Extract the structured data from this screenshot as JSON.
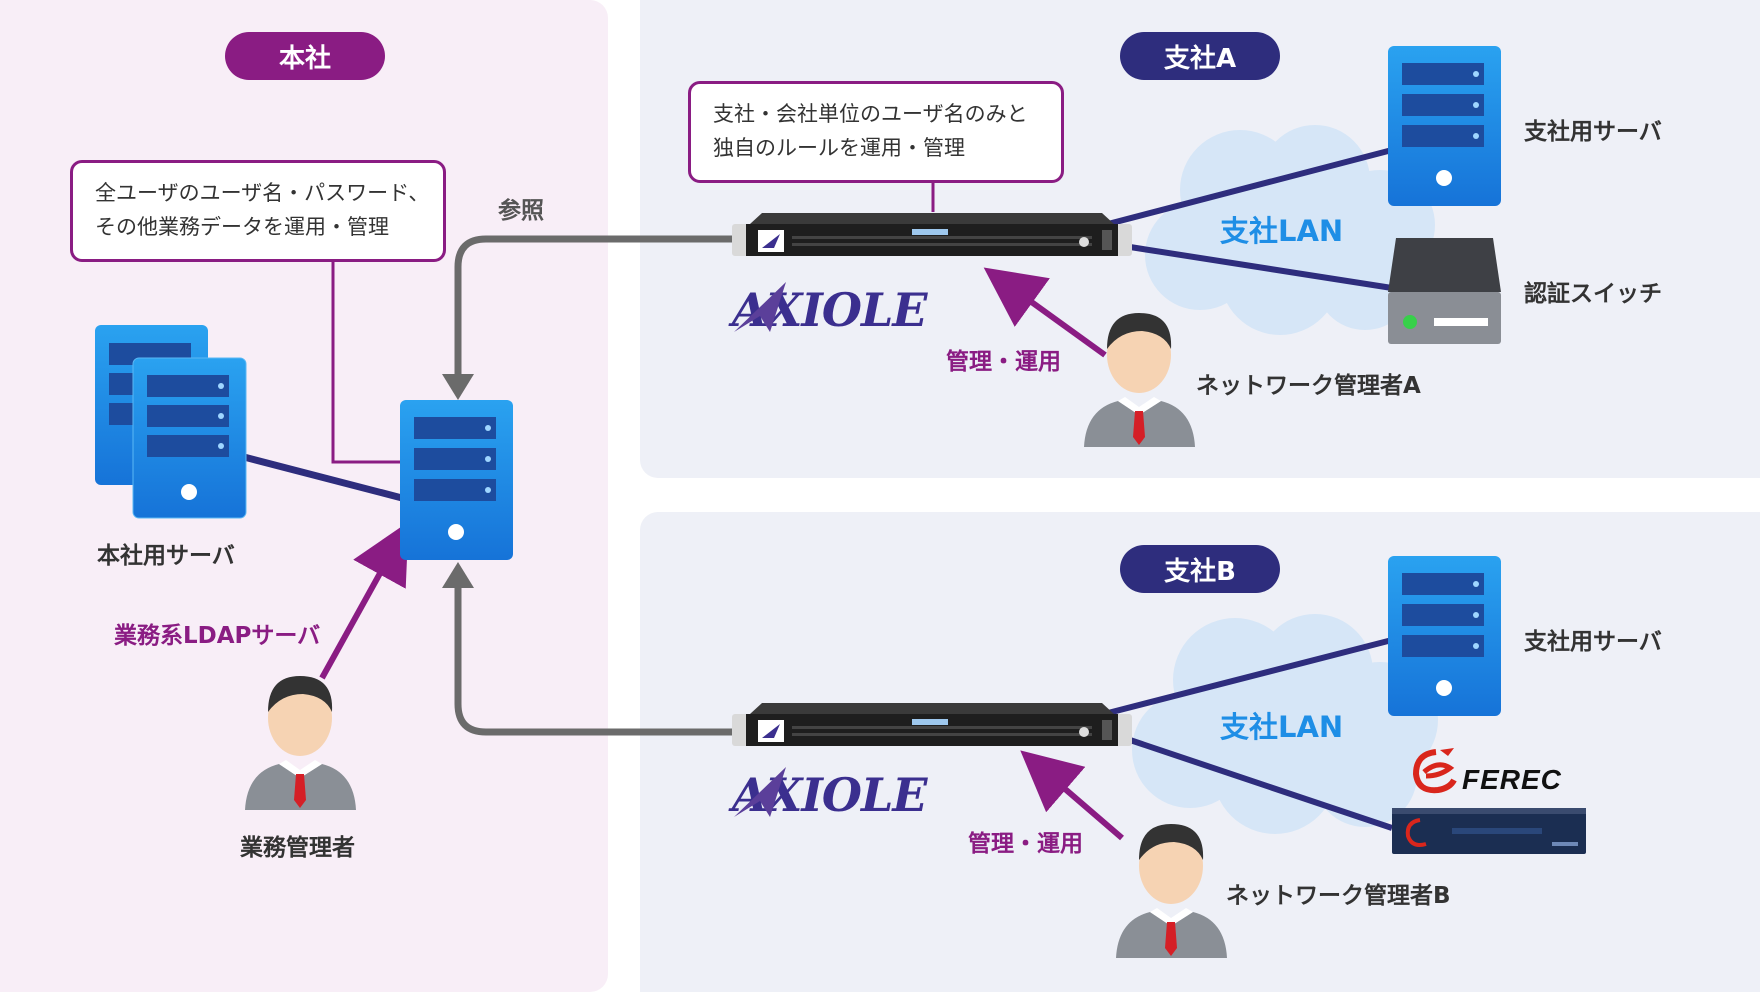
{
  "hq": {
    "title": "本社",
    "note_line1": "全ユーザのユーザ名・パスワード、",
    "note_line2": "その他業務データを運用・管理",
    "server_label": "本社用サーバ",
    "ldap_label": "業務系LDAPサーバ",
    "admin_label": "業務管理者",
    "ref_label": "参照"
  },
  "branch_a": {
    "title": "支社A",
    "note_line1": "支社・会社単位のユーザ名のみと",
    "note_line2": "独自のルールを運用・管理",
    "lan_label": "支社LAN",
    "server_label": "支社用サーバ",
    "switch_label": "認証スイッチ",
    "admin_label": "ネットワーク管理者A",
    "manage_label": "管理・運用",
    "brand": "AXIOLE"
  },
  "branch_b": {
    "title": "支社B",
    "lan_label": "支社LAN",
    "server_label": "支社用サーバ",
    "admin_label": "ネットワーク管理者B",
    "manage_label": "管理・運用",
    "brand": "AXIOLE",
    "device_brand": "FEREC"
  },
  "colors": {
    "purple": "#8a1c83",
    "navy": "#2e2d7d",
    "lan_blue": "#1e8ee6",
    "server_blue": "#1e8fe8",
    "gray_line": "#6b6b6b"
  }
}
